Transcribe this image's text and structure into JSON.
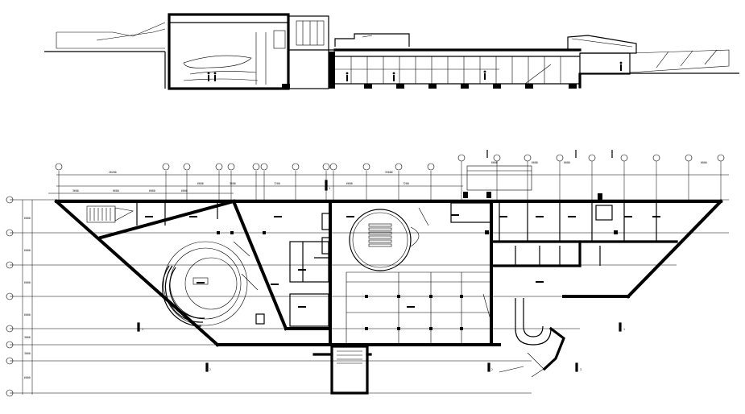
{
  "drawing": {
    "type": "architectural-cad",
    "views": [
      "section",
      "floor-plan"
    ],
    "line_color": "#000000",
    "background": "#ffffff",
    "section_markers": [
      "1",
      "1",
      "2",
      "2",
      "3",
      "3"
    ]
  }
}
